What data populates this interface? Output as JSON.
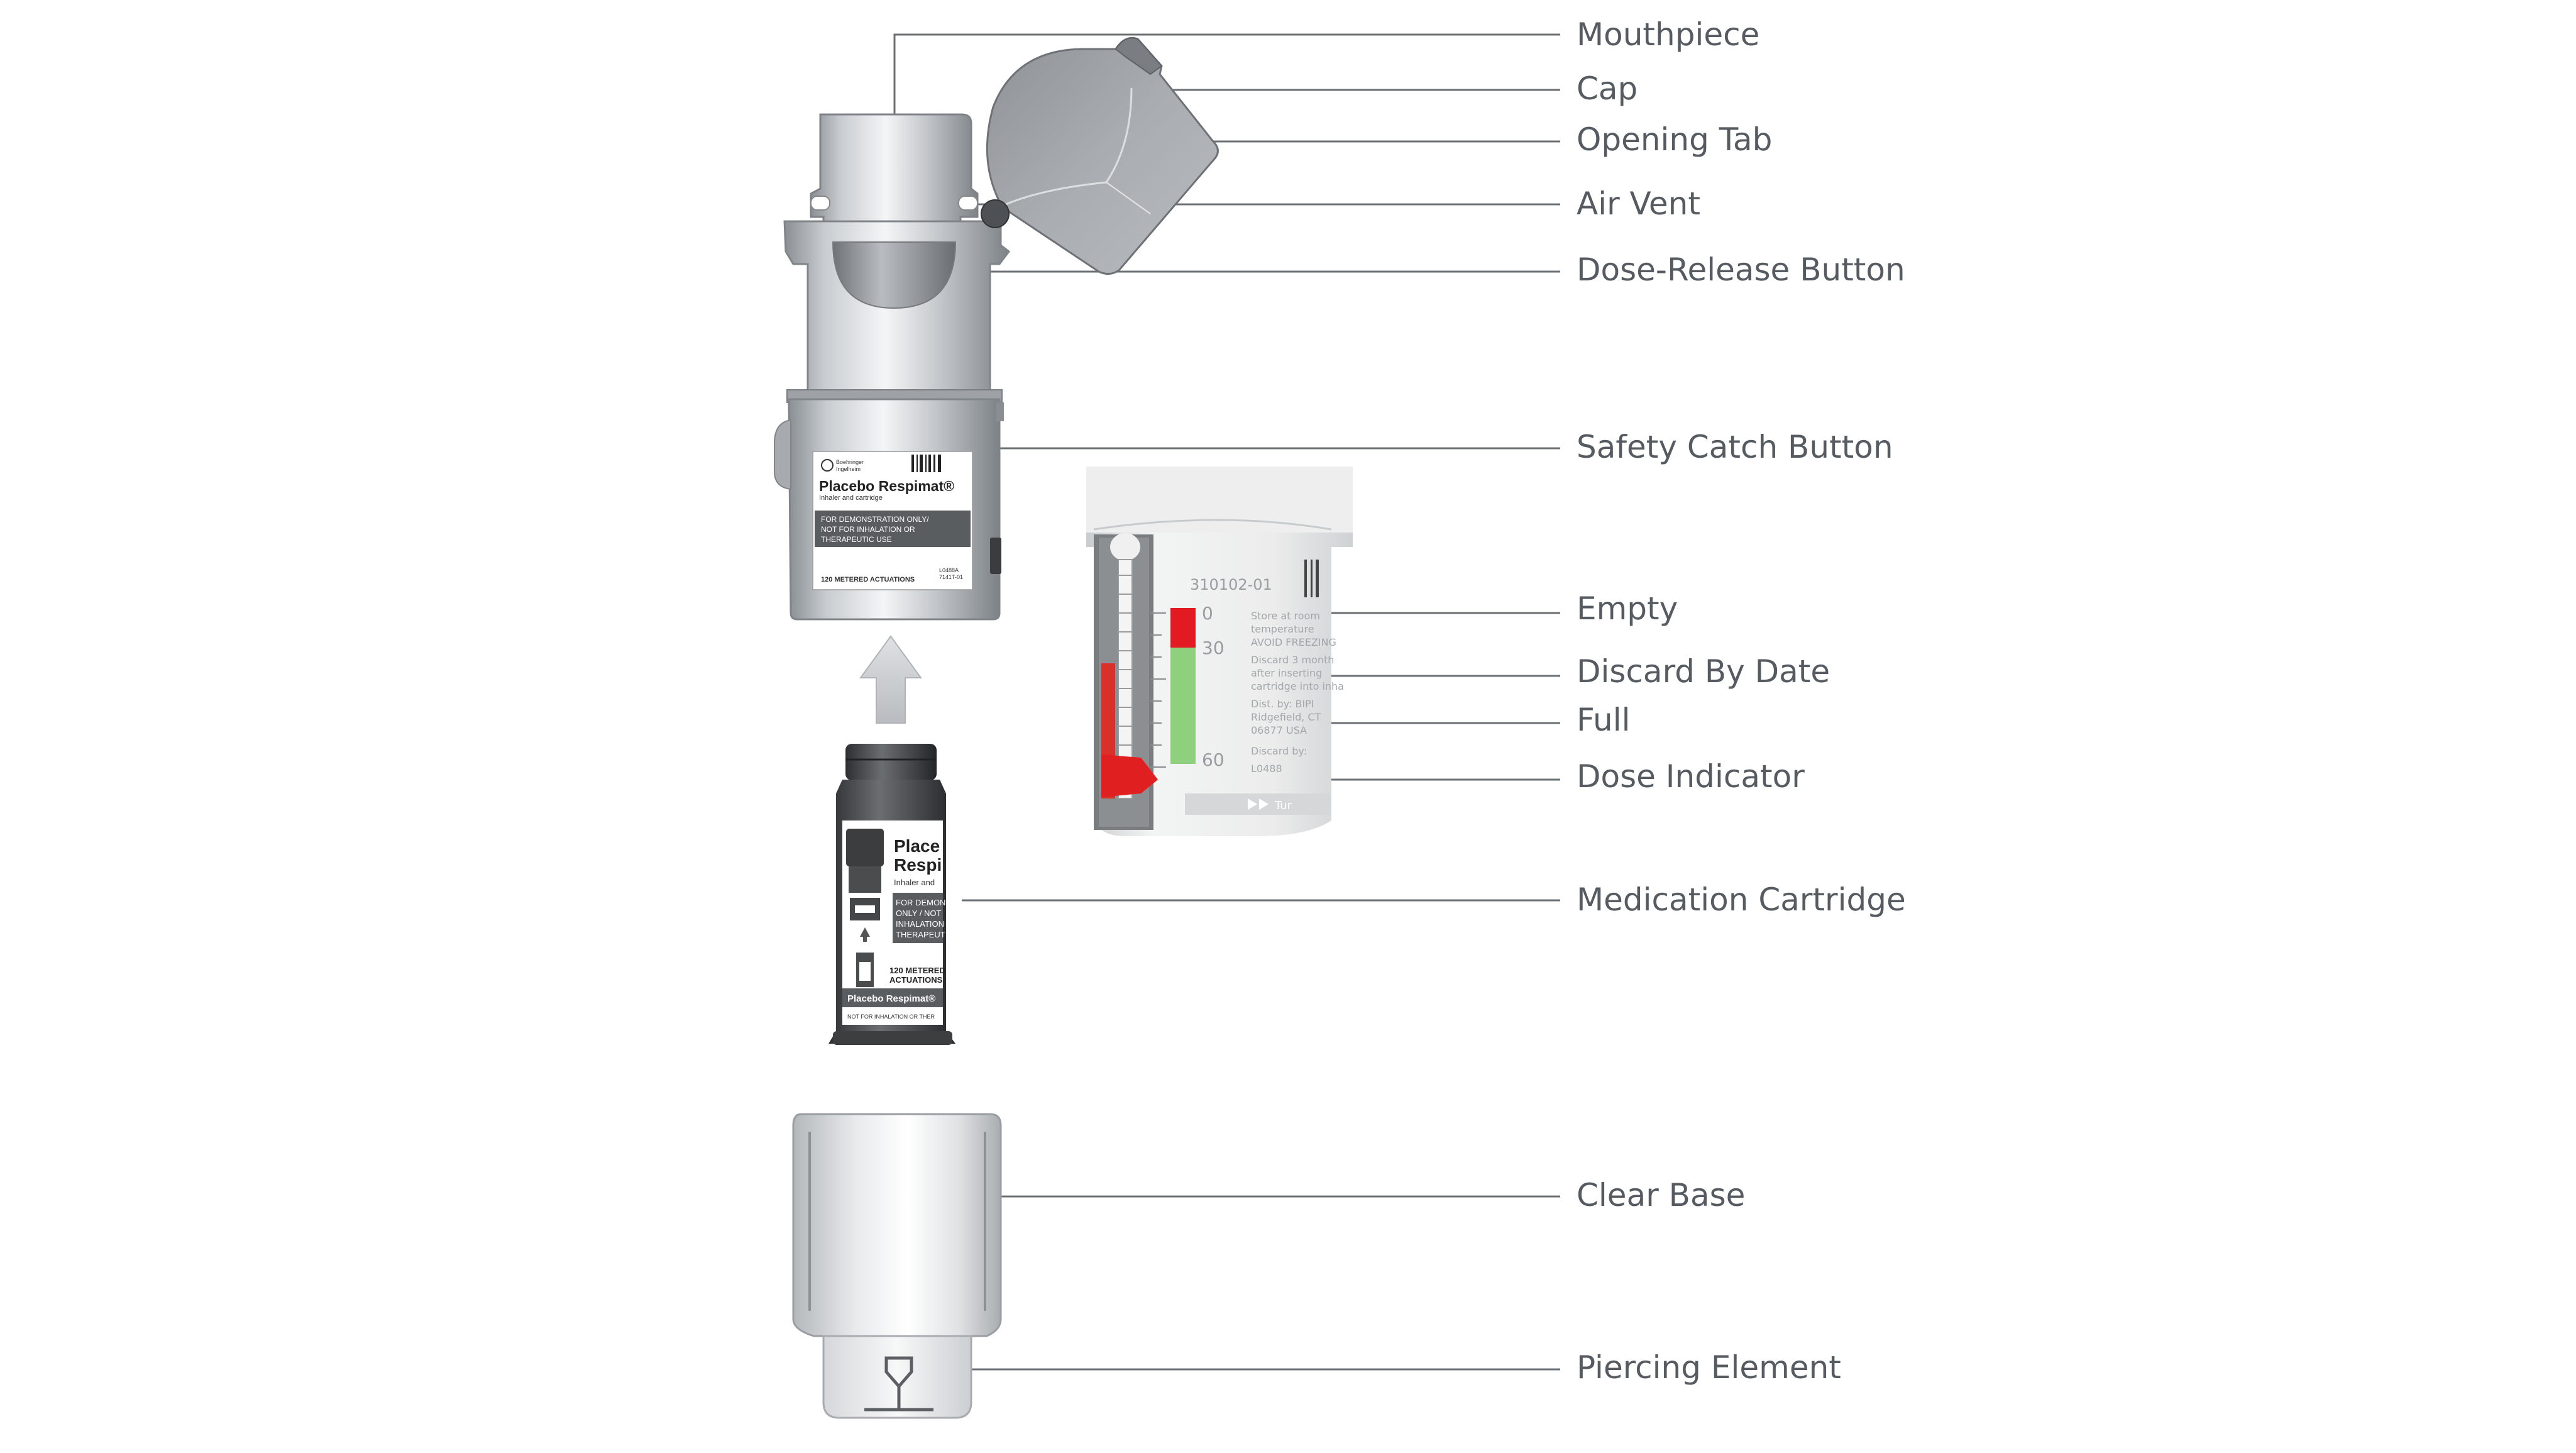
{
  "callouts": [
    {
      "id": "mouthpiece",
      "label": "Mouthpiece"
    },
    {
      "id": "cap",
      "label": "Cap"
    },
    {
      "id": "opening-tab",
      "label": "Opening Tab"
    },
    {
      "id": "air-vent",
      "label": "Air Vent"
    },
    {
      "id": "dose-release-button",
      "label": "Dose-Release Button"
    },
    {
      "id": "safety-catch-button",
      "label": "Safety Catch Button"
    },
    {
      "id": "empty",
      "label": "Empty"
    },
    {
      "id": "discard-by-date",
      "label": "Discard By Date"
    },
    {
      "id": "full",
      "label": "Full"
    },
    {
      "id": "dose-indicator",
      "label": "Dose Indicator"
    },
    {
      "id": "medication-cartridge",
      "label": "Medication Cartridge"
    },
    {
      "id": "clear-base",
      "label": "Clear Base"
    },
    {
      "id": "piercing-element",
      "label": "Piercing Element"
    }
  ],
  "inhaler_label": {
    "brand_line1": "Boehringer",
    "brand_line2": "Ingelheim",
    "product": "Placebo Respimat®",
    "subtitle": "Inhaler and cartridge",
    "warning_line1": "FOR DEMONSTRATION ONLY/",
    "warning_line2": "NOT FOR INHALATION OR",
    "warning_line3": "THERAPEUTIC USE",
    "actuations": "120 METERED ACTUATIONS",
    "code_line1": "L0488A",
    "code_line2": "7141T-01"
  },
  "cartridge_label": {
    "product_line1": "Place",
    "product_line2": "Respi",
    "subtitle": "Inhaler and",
    "warning_line1": "FOR DEMON",
    "warning_line2": "ONLY / NOT",
    "warning_line3": "INHALATION",
    "warning_line4": "THERAPEUT",
    "actuations_line1": "120 METERED",
    "actuations_line2": "ACTUATIONS",
    "band": "Placebo Respimat®",
    "footer": "NOT FOR INHALATION OR THER"
  },
  "indicator_label": {
    "lot": "310102-01",
    "scale_top": "0",
    "scale_mid": "30",
    "scale_bottom": "60",
    "note_1": "Store at room",
    "note_2": "temperature",
    "note_3": "AVOID FREEZING",
    "note_4": "Discard 3 month",
    "note_5": "after inserting",
    "note_6": "cartridge into inha",
    "note_7": "Dist. by: BIPI",
    "note_8": "Ridgefield, CT",
    "note_9": "06877 USA",
    "note_10": "Discard by:",
    "note_11": "L0488",
    "bar_text": "Tur"
  },
  "colors": {
    "label_text": "#555b60",
    "leader_line": "#6b7075",
    "indicator_empty": "#e21b23",
    "indicator_full": "#8fd07c",
    "dose_pointer": "#e02020"
  }
}
